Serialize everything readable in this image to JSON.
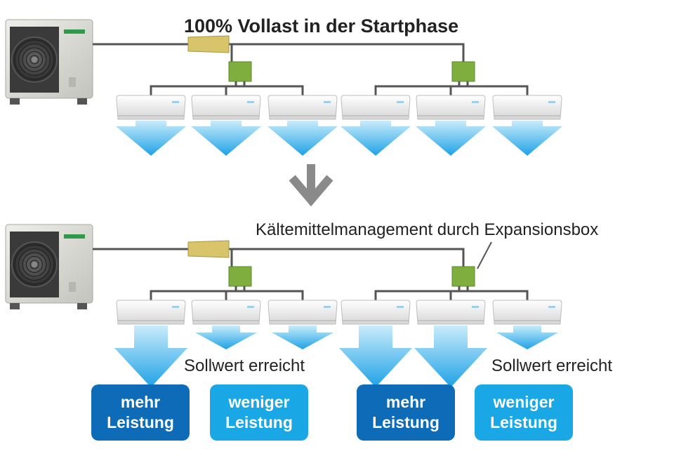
{
  "title": "100% Vollast in der Startphase",
  "expansion_label": "Kältemittelmanagement durch Expansionsbox",
  "setpoint_left": "Sollwert erreicht",
  "setpoint_right": "Sollwert erreicht",
  "boxes": [
    {
      "line1": "mehr",
      "line2": "Leistung"
    },
    {
      "line1": "weniger",
      "line2": "Leistung"
    },
    {
      "line1": "mehr",
      "line2": "Leistung"
    },
    {
      "line1": "weniger",
      "line2": "Leistung"
    }
  ],
  "colors": {
    "pipe": "#555555",
    "expansion_valve": "#d8c46a",
    "branch_box": "#7fae3f",
    "box_more": "#0e6bb8",
    "box_less": "#1aa7e6",
    "airflow": "#3fb3ea",
    "arrow": "#8a8a8a"
  },
  "icons": [
    "outdoor-unit-icon",
    "expansion-valve-icon",
    "branch-box-icon",
    "indoor-unit-icon",
    "airflow-arrow-icon",
    "down-arrow-icon"
  ]
}
